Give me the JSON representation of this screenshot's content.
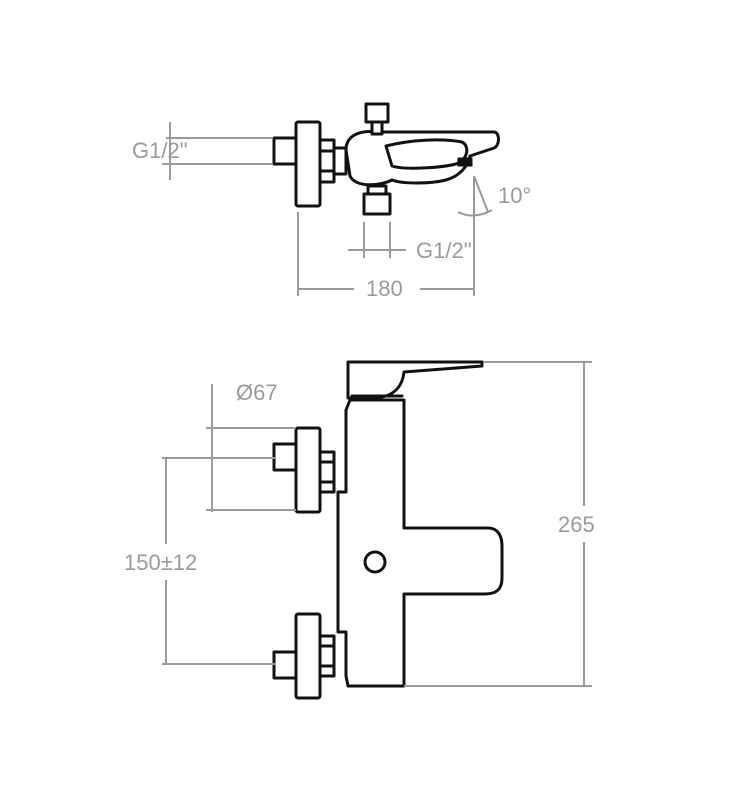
{
  "dimensions": {
    "inlet_thread_top": "G1/2\"",
    "outlet_thread": "G1/2\"",
    "spout_angle": "10°",
    "overall_width": "180",
    "eccentric_diameter": "Ø67",
    "inlet_spacing": "150±12",
    "overall_height": "265"
  },
  "colors": {
    "line": "#111111",
    "dimension": "#9a9a9a",
    "background": "#ffffff"
  }
}
